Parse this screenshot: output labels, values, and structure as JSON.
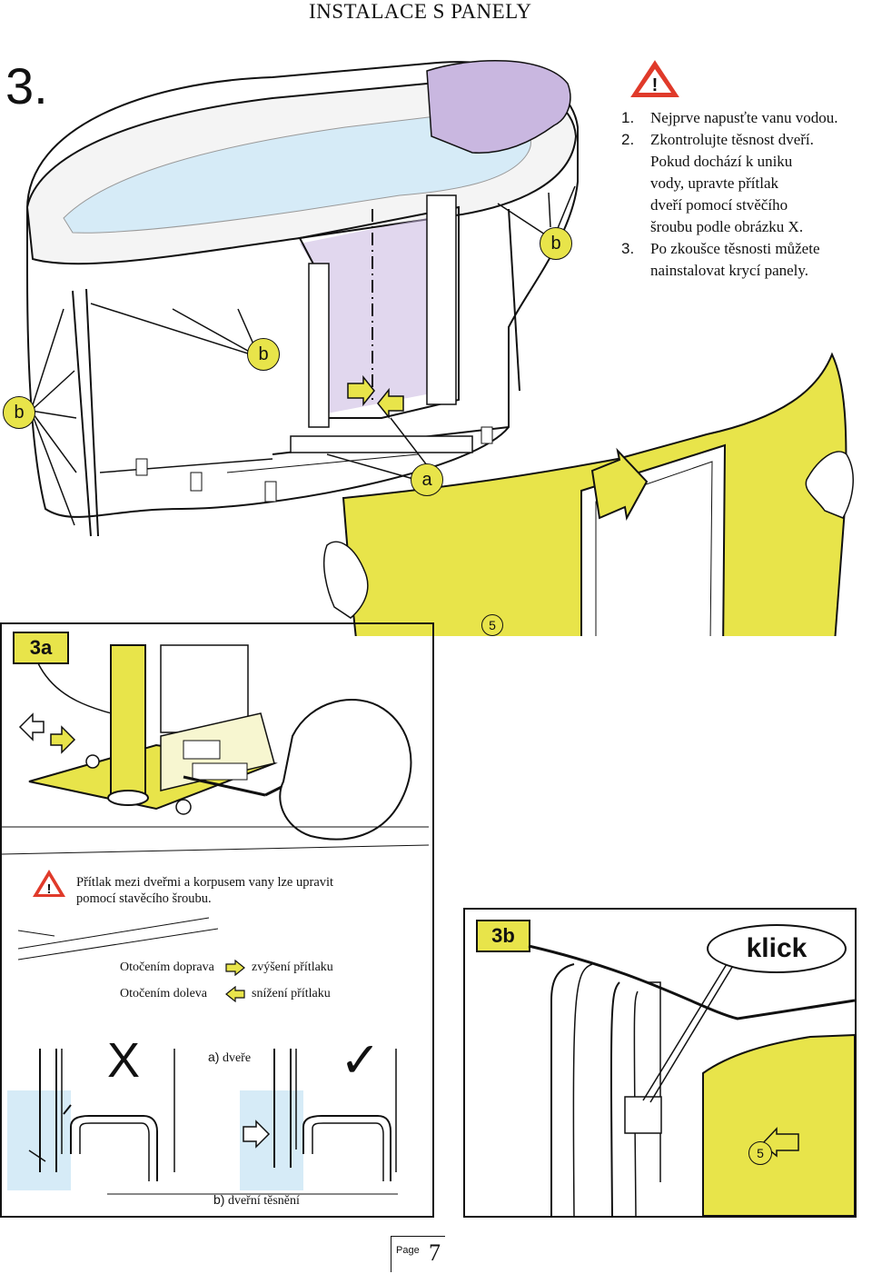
{
  "header": {
    "title": "INSTALACE S PANELY",
    "step": "3."
  },
  "instructions": [
    {
      "num": "1.",
      "lines": [
        "Nejprve napusťte vanu vodou."
      ]
    },
    {
      "num": "2.",
      "lines": [
        "Zkontrolujte těsnost dveří.",
        "Pokud dochází k uniku",
        "vody, upravte přítlak",
        "dveří pomocí stvěčího",
        "šroubu podle obrázku X."
      ]
    },
    {
      "num": "3.",
      "lines": [
        "Po zkoušce těsnosti můžete",
        "nainstalovat krycí panely."
      ]
    }
  ],
  "callouts": {
    "b": "b",
    "a": "a",
    "five": "5"
  },
  "panel_3a": {
    "label": "3a",
    "warning_text": [
      "Přítlak mezi dveřmi a korpusem vany lze upravit",
      "pomocí stavěcího šroubu."
    ],
    "rotate_right": "Otočením doprava",
    "rotate_right_result": "zvýšení přítlaku",
    "rotate_left": "Otočením doleva",
    "rotate_left_result": "snížení přítlaku",
    "wrong_mark": "X",
    "right_mark": "✓",
    "label_a": "a)",
    "label_a_text": "dveře",
    "label_b": "b)",
    "label_b_text": "dveřní těsnění"
  },
  "panel_3b": {
    "label": "3b",
    "klick": "klick"
  },
  "footer": {
    "page_label": "Page",
    "page_number": "7"
  },
  "colors": {
    "accent_yellow": "#e8e44a",
    "water_blue": "#d6ebf7",
    "headrest_purple": "#c9b7e0"
  },
  "icons": [
    "warning-icon",
    "arrow-right-icon",
    "arrow-left-icon",
    "hand-icon"
  ]
}
